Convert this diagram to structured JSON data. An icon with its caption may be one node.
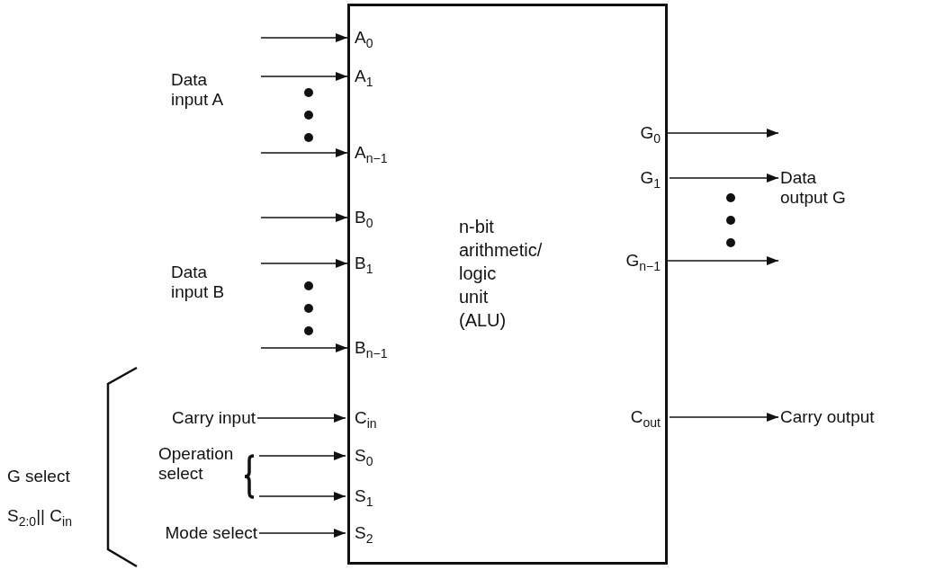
{
  "diagram": {
    "nodes": [
      {
        "text": [
          "n-bit arithmetic/ logic unit (ALU)"
        ]
      },
      {
        "text": [
          "A$_{0}$"
        ],
        "in": 0
      },
      {
        "text": [
          "A$_{1}$"
        ],
        "in": 0
      },
      {
        "text": [
          "A$_{n−1}$"
        ],
        "in": 0
      },
      {
        "text": [
          "B$_{0}$"
        ],
        "in": 0
      },
      {
        "text": [
          "B$_{1}$"
        ],
        "in": 0
      },
      {
        "text": [
          "B$_{n−1}$"
        ],
        "in": 0
      },
      {
        "text": [
          "C$_{in}$"
        ],
        "in": 0
      },
      {
        "text": [
          "S$_{0}$"
        ],
        "in": 0
      },
      {
        "text": [
          "S$_{1}$"
        ],
        "in": 0
      },
      {
        "text": [
          "S$_{2}$"
        ],
        "in": 0
      },
      {
        "text": [
          "G$_{0}$"
        ],
        "in": 0
      },
      {
        "text": [
          "G$_{1}$"
        ],
        "in": 0
      },
      {
        "text": [
          "G$_{n−1}$"
        ],
        "in": 0
      },
      {
        "text": [
          "C$_{out}$"
        ],
        "in": 0
      },
      {
        "text": [
          "Carry input"
        ]
      },
      {
        "text": [
          "Operation select"
        ]
      },
      {
        "text": [
          "Mode select"
        ]
      },
      {
        "text": [
          "Carry output"
        ]
      },
      {
        "text": [
          "Data output G"
        ]
      }
    ],
    "edges": [
      {
        "from": null,
        "to": 1,
        "arrow": "to"
      },
      {
        "from": null,
        "to": 2,
        "arrow": "to"
      },
      {
        "from": null,
        "to": 3,
        "arrow": "to"
      },
      {
        "from": null,
        "to": 4,
        "arrow": "to"
      },
      {
        "from": null,
        "to": 5,
        "arrow": "to"
      },
      {
        "from": null,
        "to": 6,
        "arrow": "to"
      },
      {
        "from": 15,
        "to": 7,
        "arrow": "to"
      },
      {
        "from": 16,
        "to": 8,
        "arrow": "to"
      },
      {
        "from": 16,
        "to": 9,
        "arrow": "to"
      },
      {
        "from": 17,
        "to": 10,
        "arrow": "to"
      },
      {
        "from": 11,
        "to": null,
        "arrow": "to"
      },
      {
        "from": 12,
        "to": 19,
        "arrow": "to"
      },
      {
        "from": 13,
        "to": null,
        "arrow": "to"
      },
      {
        "from": 14,
        "to": 18,
        "arrow": "to"
      }
    ],
    "labels": [
      "Data input A",
      "Data input B",
      "G select S$_{2:0}$|| C$_{in}$"
    ]
  }
}
